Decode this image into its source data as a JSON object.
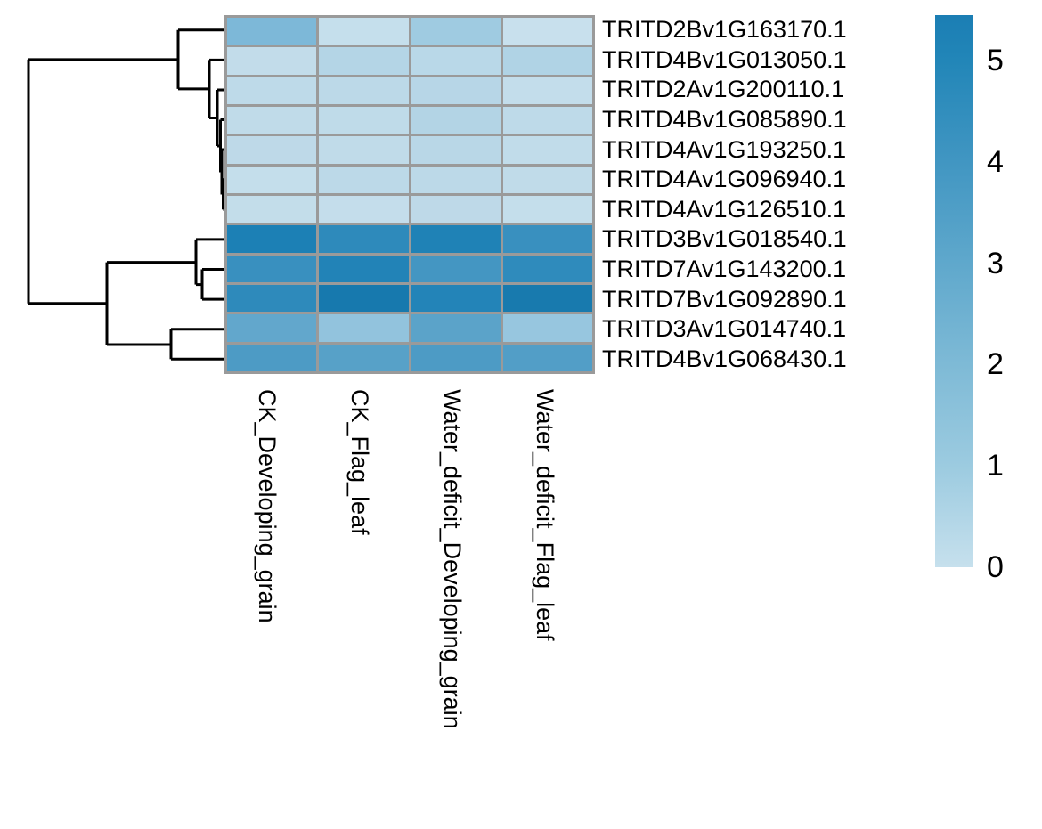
{
  "chart_data": {
    "type": "heatmap",
    "title": "",
    "rows": [
      "TRITD2Bv1G163170.1",
      "TRITD4Bv1G013050.1",
      "TRITD2Av1G200110.1",
      "TRITD4Bv1G085890.1",
      "TRITD4Av1G193250.1",
      "TRITD4Av1G096940.1",
      "TRITD4Av1G126510.1",
      "TRITD3Bv1G018540.1",
      "TRITD7Av1G143200.1",
      "TRITD7Bv1G092890.1",
      "TRITD3Av1G014740.1",
      "TRITD4Bv1G068430.1"
    ],
    "columns": [
      "CK_Developing_grain",
      "CK_Flag_leaf",
      "Water_deficit_Developing_grain",
      "Water_deficit_Flag_leaf"
    ],
    "values": [
      [
        2.3,
        0.1,
        1.2,
        0.1
      ],
      [
        0.1,
        0.5,
        0.35,
        0.65
      ],
      [
        0.2,
        0.25,
        0.4,
        0.05
      ],
      [
        0.15,
        0.15,
        0.55,
        0.2
      ],
      [
        0.2,
        0.15,
        0.35,
        0.1
      ],
      [
        0.05,
        0.25,
        0.25,
        0.15
      ],
      [
        0.05,
        0.05,
        0.2,
        0.05
      ],
      [
        5.4,
        4.8,
        5.2,
        4.5
      ],
      [
        4.5,
        5.2,
        4.1,
        4.8
      ],
      [
        4.8,
        5.4,
        5.1,
        5.4
      ],
      [
        3.2,
        1.6,
        3.4,
        1.5
      ],
      [
        3.8,
        3.5,
        3.8,
        3.7
      ]
    ],
    "cell_colors": [
      [
        "#7db8d8",
        "#c5dfec",
        "#9fcbe1",
        "#c8e0ed"
      ],
      [
        "#c2dcea",
        "#b4d5e6",
        "#b9d8e8",
        "#b0d3e5"
      ],
      [
        "#bedae9",
        "#bcd9e8",
        "#b7d6e7",
        "#c3ddeb"
      ],
      [
        "#c0dbe9",
        "#bfdbe9",
        "#b3d4e5",
        "#bedae9"
      ],
      [
        "#bed9e8",
        "#c0dbe9",
        "#b9d7e7",
        "#c1dcea"
      ],
      [
        "#c4deeb",
        "#bcd9e8",
        "#bcd9e8",
        "#c0dbe9"
      ],
      [
        "#c3ddea",
        "#c4ddeb",
        "#bed9e8",
        "#c4deeb"
      ],
      [
        "#1c80b5",
        "#2e8abb",
        "#1f82b6",
        "#3990bf"
      ],
      [
        "#3990bf",
        "#2283b7",
        "#4496c2",
        "#2f8bbc"
      ],
      [
        "#2e8abb",
        "#1779ae",
        "#2384b8",
        "#187aae"
      ],
      [
        "#62a7cc",
        "#92c3dd",
        "#5ba3c9",
        "#97c6df"
      ],
      [
        "#4d9bc5",
        "#57a1c8",
        "#4d9bc5",
        "#529ec7"
      ]
    ],
    "grid_line_color": "#9a9a9a",
    "legend_position": "right",
    "colorbar": {
      "min": 0,
      "max": 5.45,
      "ticks": [
        "5",
        "4",
        "3",
        "2",
        "1",
        "0"
      ],
      "tick_values": [
        5,
        4,
        3,
        2,
        1,
        0
      ],
      "gradient": [
        {
          "pos": 0,
          "color": "#1b7eb4"
        },
        {
          "pos": 8.3,
          "color": "#2286b8"
        },
        {
          "pos": 26.6,
          "color": "#4196c2"
        },
        {
          "pos": 45,
          "color": "#5fa8cc"
        },
        {
          "pos": 63.3,
          "color": "#7ebad6"
        },
        {
          "pos": 81.7,
          "color": "#9ccbe0"
        },
        {
          "pos": 100,
          "color": "#c6e0ed"
        }
      ]
    },
    "row_dendrogram": {
      "line_color": "#000000",
      "segments": [
        [
          32,
          66.9,
          32,
          340.8
        ],
        [
          32,
          66.9,
          200,
          66.9
        ],
        [
          200,
          33.8,
          200,
          99.9
        ],
        [
          200,
          33.8,
          252,
          33.8
        ],
        [
          200,
          99.9,
          235,
          99.9
        ],
        [
          235,
          67.4,
          235,
          132.5
        ],
        [
          235,
          67.4,
          252,
          67.4
        ],
        [
          235,
          132.5,
          244,
          132.5
        ],
        [
          244,
          101,
          244,
          164
        ],
        [
          244,
          101,
          252,
          101
        ],
        [
          244,
          164,
          247.5,
          164
        ],
        [
          247.5,
          134.5,
          247.5,
          193.5
        ],
        [
          247.5,
          134.5,
          252,
          134.5
        ],
        [
          247.5,
          193.5,
          249,
          193.5
        ],
        [
          249,
          168,
          249,
          218.5
        ],
        [
          249,
          168,
          252,
          168
        ],
        [
          249,
          218.5,
          250.5,
          218.5
        ],
        [
          250.5,
          201.7,
          250.5,
          235.3
        ],
        [
          250.5,
          201.7,
          252,
          201.7
        ],
        [
          250.5,
          235.3,
          252,
          235.3
        ],
        [
          32,
          340.8,
          120,
          340.8
        ],
        [
          120,
          294.6,
          120,
          387
        ],
        [
          120,
          294.6,
          220,
          294.6
        ],
        [
          220,
          268.9,
          220,
          319.6
        ],
        [
          220,
          268.9,
          252,
          268.9
        ],
        [
          220,
          319.6,
          227,
          319.6
        ],
        [
          227,
          302.5,
          227,
          336.1
        ],
        [
          227,
          302.5,
          252,
          302.5
        ],
        [
          227,
          336.1,
          252,
          336.1
        ],
        [
          120,
          387,
          192,
          387
        ],
        [
          192,
          369.7,
          192,
          403.3
        ],
        [
          192,
          369.7,
          252,
          369.7
        ],
        [
          192,
          403.3,
          252,
          403.3
        ]
      ]
    }
  }
}
